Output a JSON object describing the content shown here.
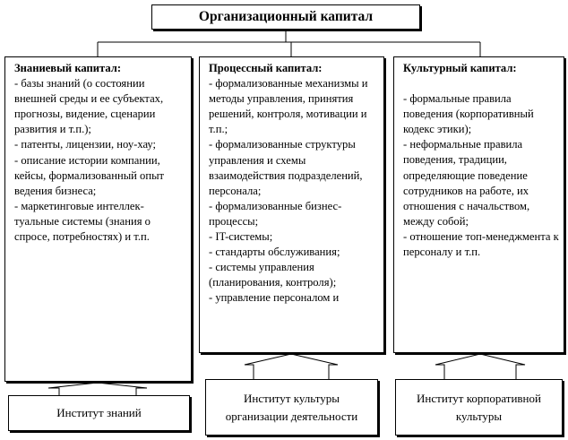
{
  "title": "Организационный капитал",
  "columns": [
    {
      "heading": "Знаниевый капитал:",
      "items": [
        "- базы знаний (о состоянии внешней среды и ее субъектах, прогнозы, видение, сценарии развития и т.п.);",
        "- патенты, лицензии, ноу-хау;",
        "- описание истории компании, кейсы, формализованный опыт ведения бизнеса;",
        "- маркетинговые интеллек-туальные системы (знания о спросе, потребностях) и т.п."
      ]
    },
    {
      "heading": "Процессный капитал:",
      "items": [
        "- формализованные механизмы и методы управления, принятия решений, контроля, мотивации и т.п.;",
        "- формализованные структуры управления и схемы взаимодействия подразделений, персонала;",
        "- формализованные бизнес-процессы;",
        "- IT-системы;",
        "- стандарты обслуживания;",
        "- системы управления (планирования, контроля);",
        "- управление персоналом и"
      ]
    },
    {
      "heading": "Культурный капитал:",
      "items": [
        "",
        "- формальные правила поведения (корпоративный кодекс этики);",
        "- неформальные правила поведения, традиции, определяющие поведение сотрудников на работе, их отношения с начальством, между собой;",
        "- отношение топ-менеджмента к персоналу и т.п."
      ]
    }
  ],
  "institutes": [
    "Институт знаний",
    "Институт культуры организации деятельности",
    "Институт корпоративной культуры"
  ]
}
